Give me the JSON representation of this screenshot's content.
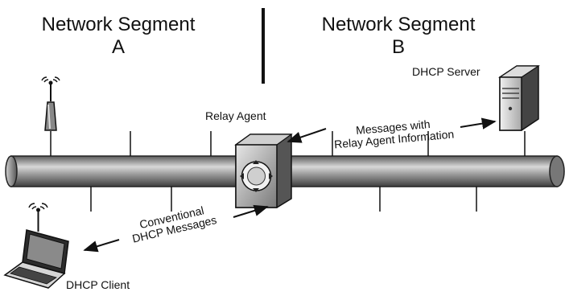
{
  "segments": {
    "a": {
      "title": "Network Segment",
      "letter": "A"
    },
    "b": {
      "title": "Network Segment",
      "letter": "B"
    }
  },
  "devices": {
    "relay_agent": "Relay Agent",
    "dhcp_server": "DHCP Server",
    "dhcp_client": "DHCP Client"
  },
  "messages": {
    "relay_line1": "Messages with",
    "relay_line2": "Relay Agent Information",
    "conventional_line1": "Conventional",
    "conventional_line2": "DHCP Messages"
  },
  "colors": {
    "cable_dark": "#6b6b6b",
    "cable_light": "#d2d2d2",
    "device_dark": "#3a3a3a",
    "device_light": "#bdbdbd",
    "line": "#111111"
  }
}
